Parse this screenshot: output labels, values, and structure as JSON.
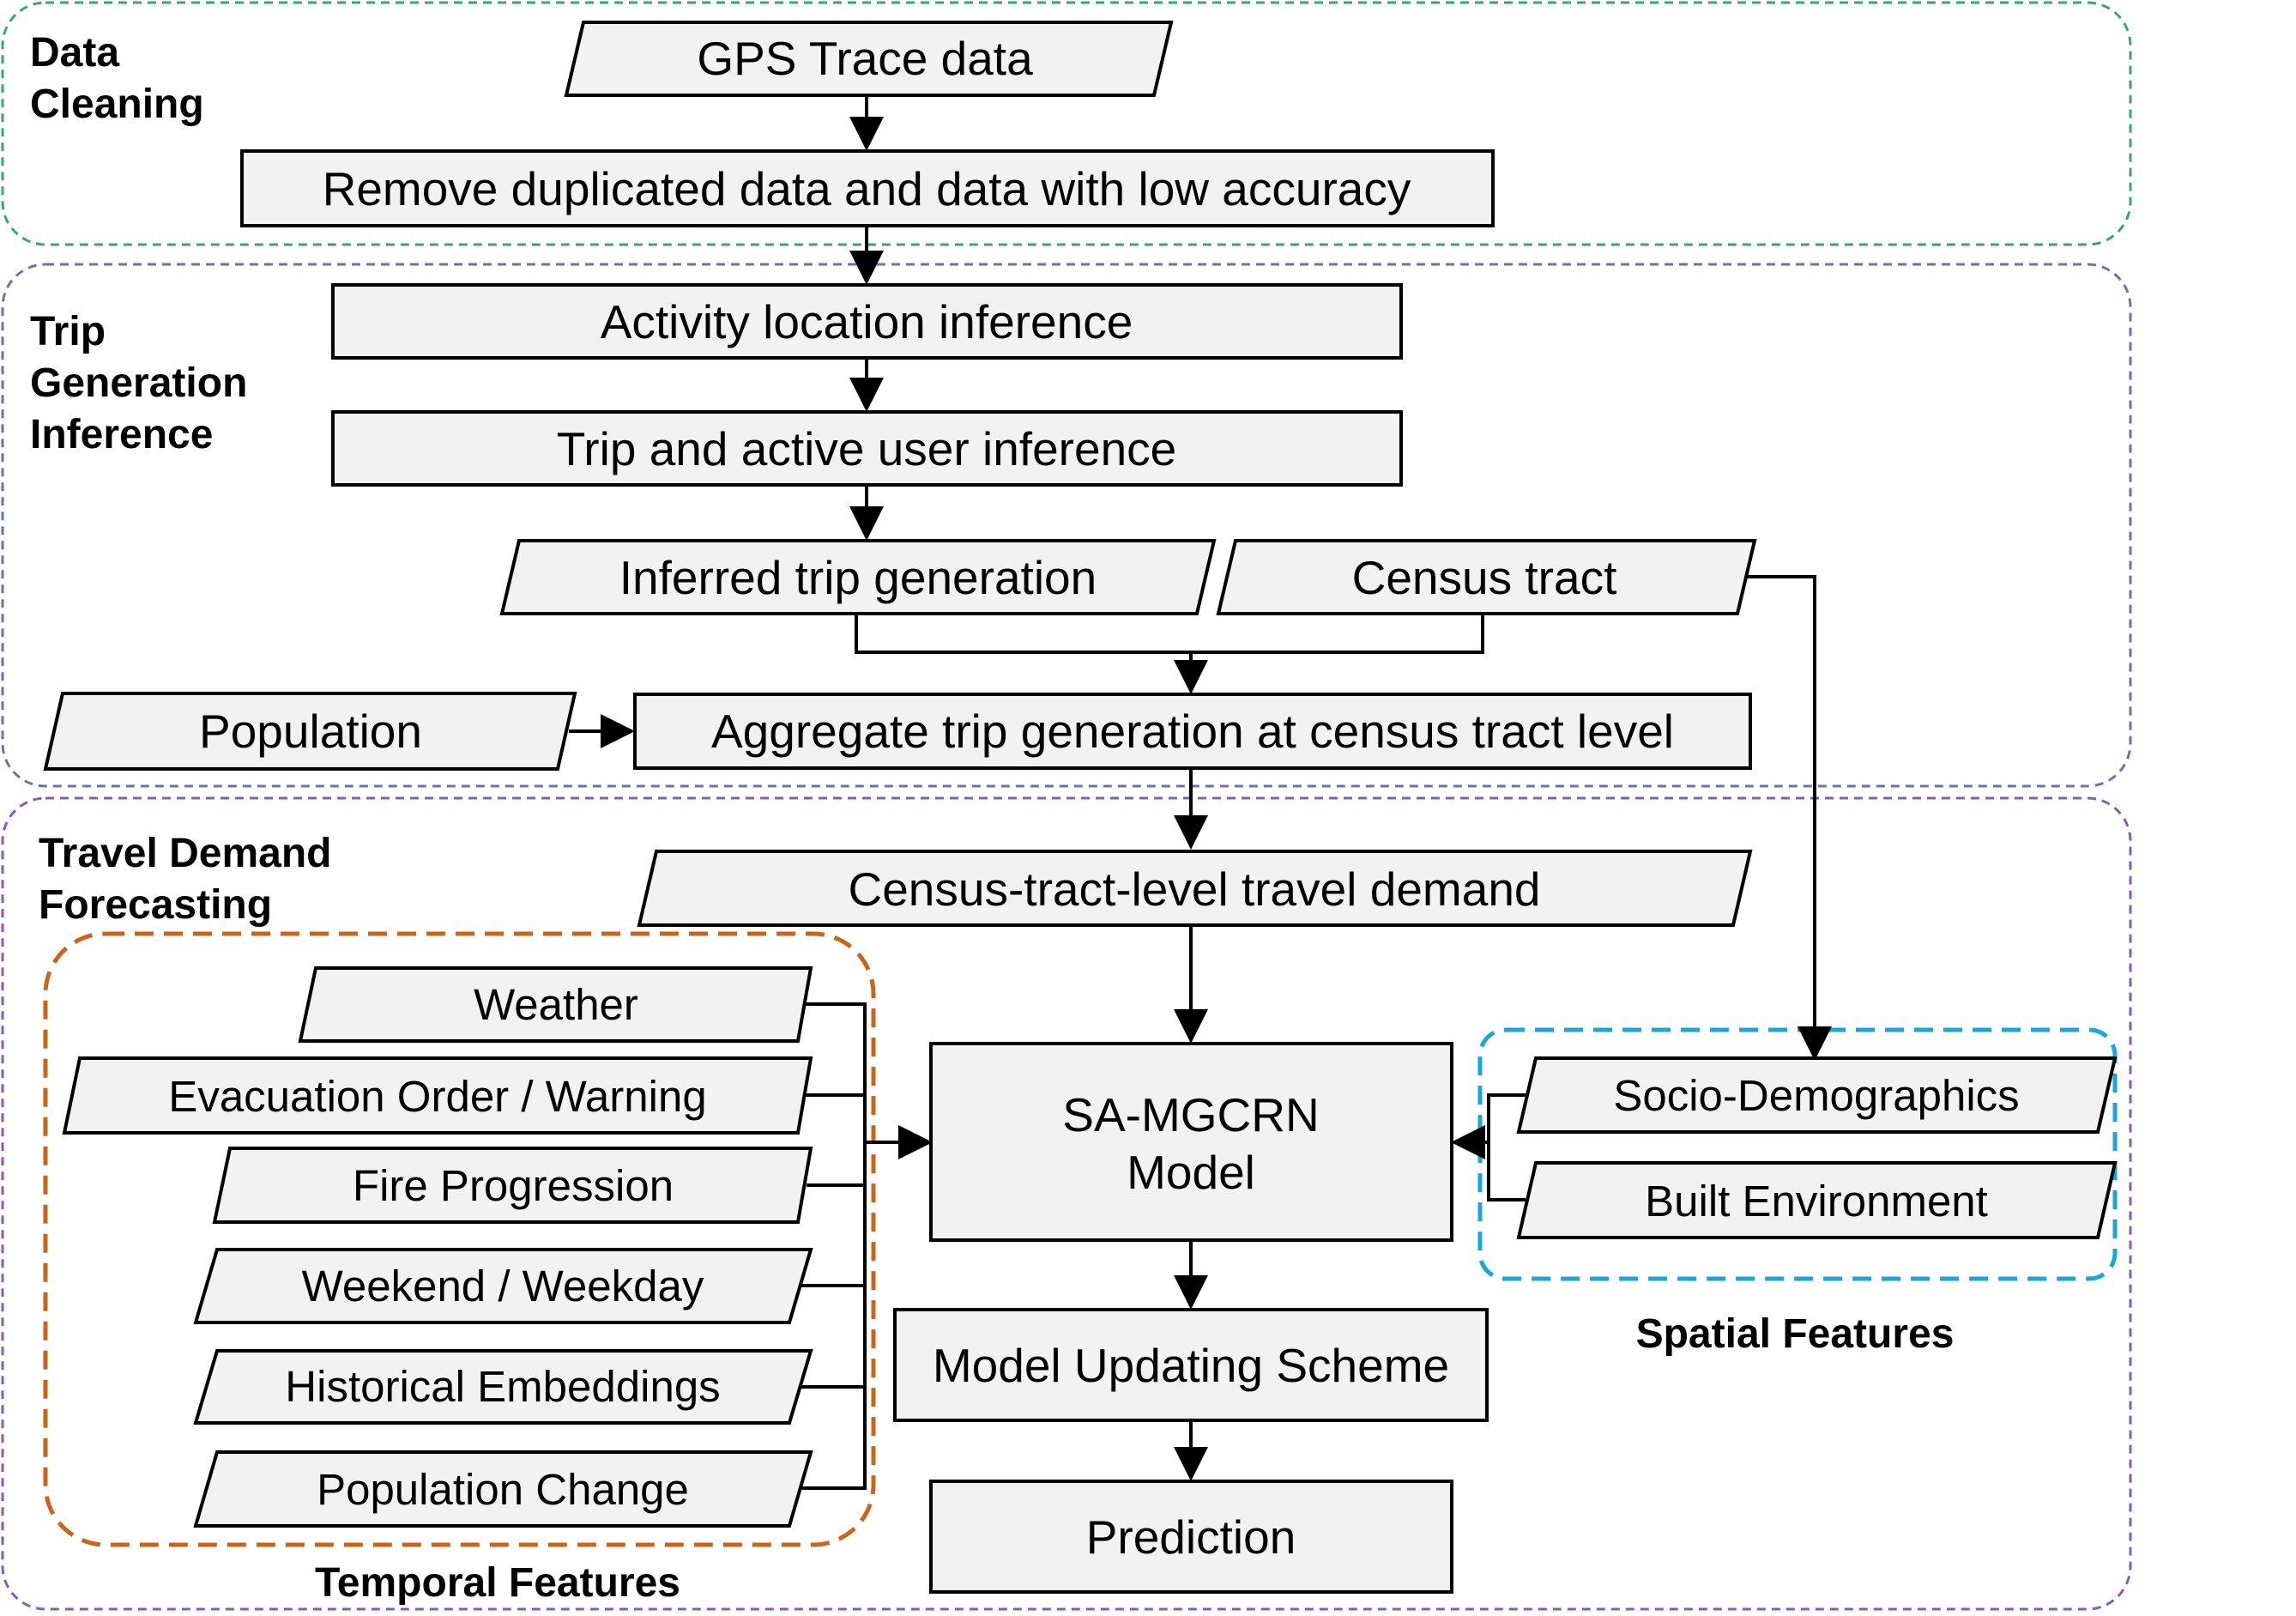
{
  "sections": {
    "data_cleaning": [
      "Data",
      "Cleaning"
    ],
    "trip_generation": [
      "Trip",
      "Generation",
      "Inference"
    ],
    "travel_demand": [
      "Travel Demand",
      "Forecasting"
    ]
  },
  "groups": {
    "temporal": "Temporal Features",
    "spatial": "Spatial Features"
  },
  "nodes": {
    "gps": "GPS Trace data",
    "remove": "Remove duplicated data and data with low accuracy",
    "activity": "Activity location inference",
    "trip_user": "Trip and active user inference",
    "inferred": "Inferred trip generation",
    "census": "Census tract",
    "population": "Population",
    "aggregate": "Aggregate trip generation at census tract level",
    "demand": "Census-tract-level travel demand",
    "weather": "Weather",
    "evacuation": "Evacuation Order / Warning",
    "fire": "Fire Progression",
    "weekend": "Weekend / Weekday",
    "historical": "Historical Embeddings",
    "pop_change": "Population Change",
    "model": [
      "SA-MGCRN",
      "Model"
    ],
    "socio": "Socio-Demographics",
    "built": "Built Environment",
    "updating": "Model Updating Scheme",
    "prediction": "Prediction"
  },
  "colors": {
    "data_cleaning_border": "#3aa37a",
    "trip_generation_border": "#6b72b0",
    "travel_demand_border": "#8a5bb0",
    "temporal_border": "#c8651b",
    "spatial_border": "#1aa6d8",
    "node_fill": "#f2f2f2"
  }
}
